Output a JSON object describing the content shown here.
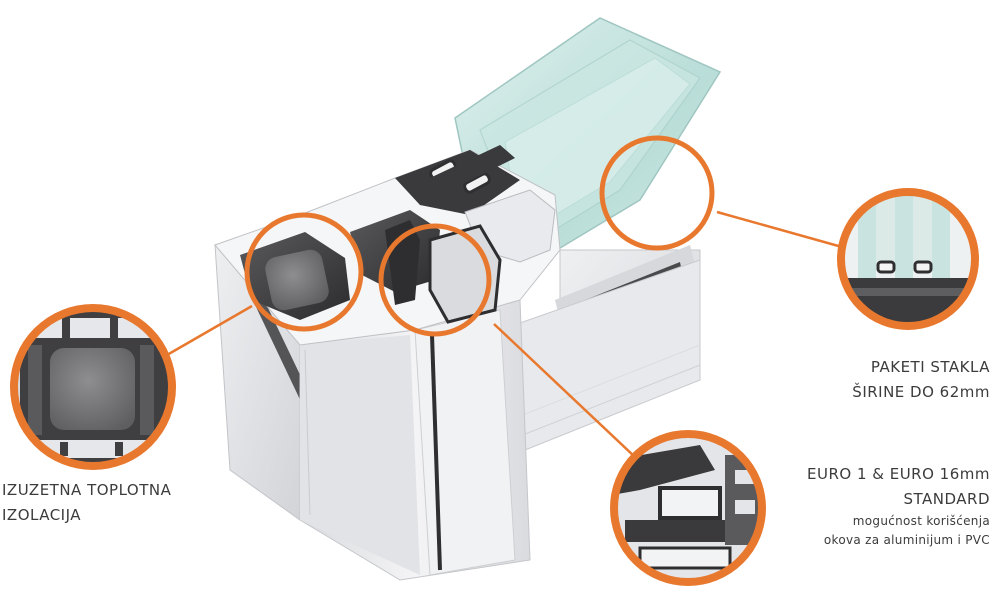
{
  "labels": {
    "insulation": {
      "line1": "IZUZETNA TOPLOTNA",
      "line2": "IZOLACIJA"
    },
    "glass_packages": {
      "line1": "PAKETI STAKLA",
      "line2": "ŠIRINE DO 62mm"
    },
    "euro_standard": {
      "line1": "EURO 1 & EURO 16mm",
      "line2": "STANDARD",
      "note1": "mogućnost korišćenja",
      "note2": "okova za aluminijum i PVC"
    }
  },
  "colors": {
    "accent": "#e8782e",
    "text": "#3c3c3c",
    "profile_dark": "#3a3a3a",
    "profile_light": "#e6e7ea",
    "glass": "#bfe0dc"
  }
}
